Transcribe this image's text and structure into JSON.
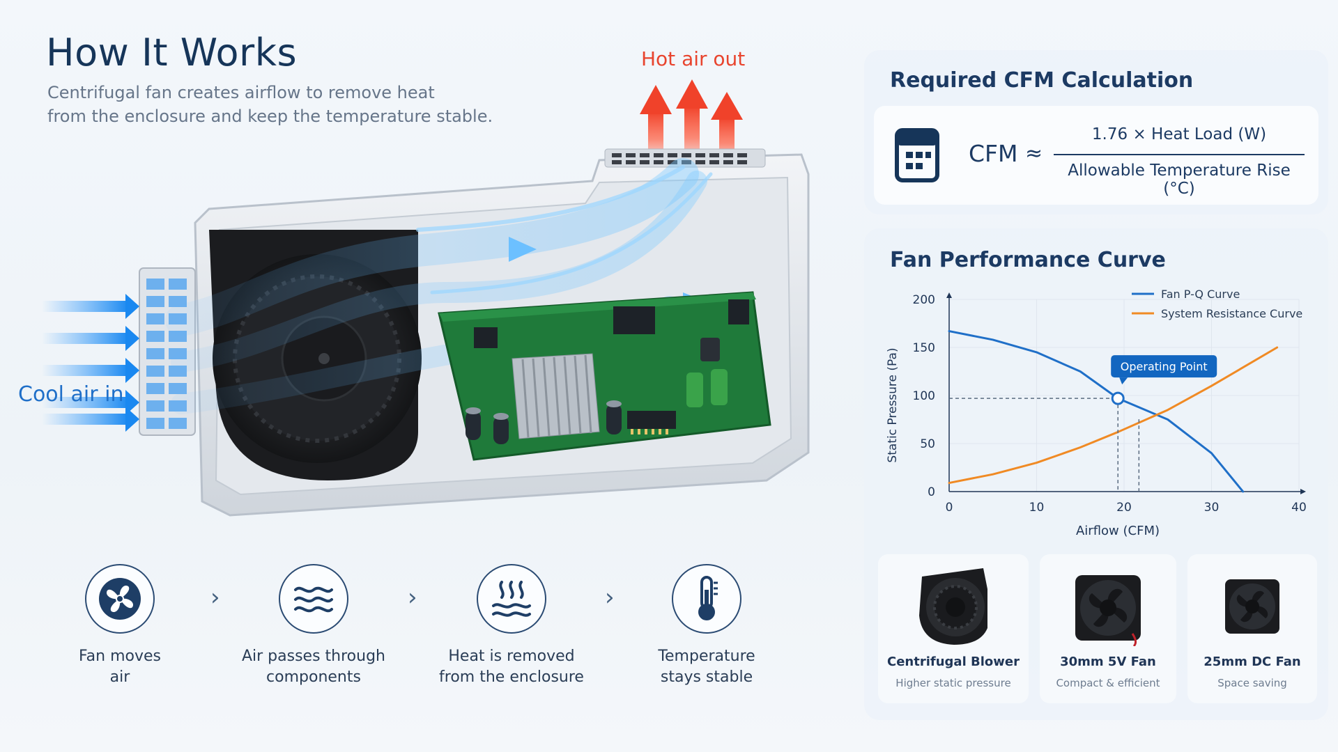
{
  "header": {
    "title": "How It Works",
    "subtitle_line1": "Centrifugal fan creates airflow to remove heat",
    "subtitle_line2": "from the enclosure and keep the temperature stable."
  },
  "labels": {
    "hot_air": "Hot air out",
    "cool_air": "Cool air in"
  },
  "steps": [
    {
      "icon": "fan-icon",
      "line1": "Fan moves",
      "line2": "air"
    },
    {
      "icon": "airflow-waves-icon",
      "line1": "Air passes through",
      "line2": "components"
    },
    {
      "icon": "heat-icon",
      "line1": "Heat is removed",
      "line2": "from the enclosure"
    },
    {
      "icon": "thermometer-icon",
      "line1": "Temperature",
      "line2": "stays stable"
    }
  ],
  "cfm_panel": {
    "title": "Required CFM Calculation",
    "lhs": "CFM",
    "approx": "≈",
    "numerator": "1.76 × Heat Load (W)",
    "denominator": "Allowable Temperature Rise (°C)",
    "icon": "calculator-icon"
  },
  "curve_panel": {
    "title": "Fan Performance Curve"
  },
  "chart_data": {
    "type": "line",
    "xlabel": "Airflow (CFM)",
    "ylabel": "Static Pressure (Pa)",
    "xlim": [
      0,
      40
    ],
    "ylim": [
      0,
      200
    ],
    "xticks": [
      0,
      10,
      20,
      30,
      40
    ],
    "yticks": [
      0,
      50,
      100,
      150,
      200
    ],
    "grid": true,
    "legend_position": "top-right",
    "series": [
      {
        "name": "Fan P-Q Curve",
        "color": "#1f6fc8",
        "x": [
          0,
          5,
          10,
          15,
          19.3,
          25,
          30,
          33.6
        ],
        "y": [
          167,
          158,
          145,
          125,
          97,
          75,
          40,
          0
        ]
      },
      {
        "name": "System Resistance Curve",
        "color": "#f08a24",
        "x": [
          0,
          5,
          10,
          15,
          19.3,
          25,
          30,
          37.5
        ],
        "y": [
          9,
          18,
          30,
          46,
          62,
          85,
          110,
          150
        ]
      }
    ],
    "annotation": {
      "label": "Operating Point",
      "x": 19.3,
      "y": 97
    },
    "secondary_marker_x": 21.7
  },
  "fans": [
    {
      "name": "Centrifugal Blower",
      "desc": "Higher static pressure"
    },
    {
      "name": "30mm 5V Fan",
      "desc": "Compact & efficient"
    },
    {
      "name": "25mm DC Fan",
      "desc": "Space saving"
    }
  ]
}
